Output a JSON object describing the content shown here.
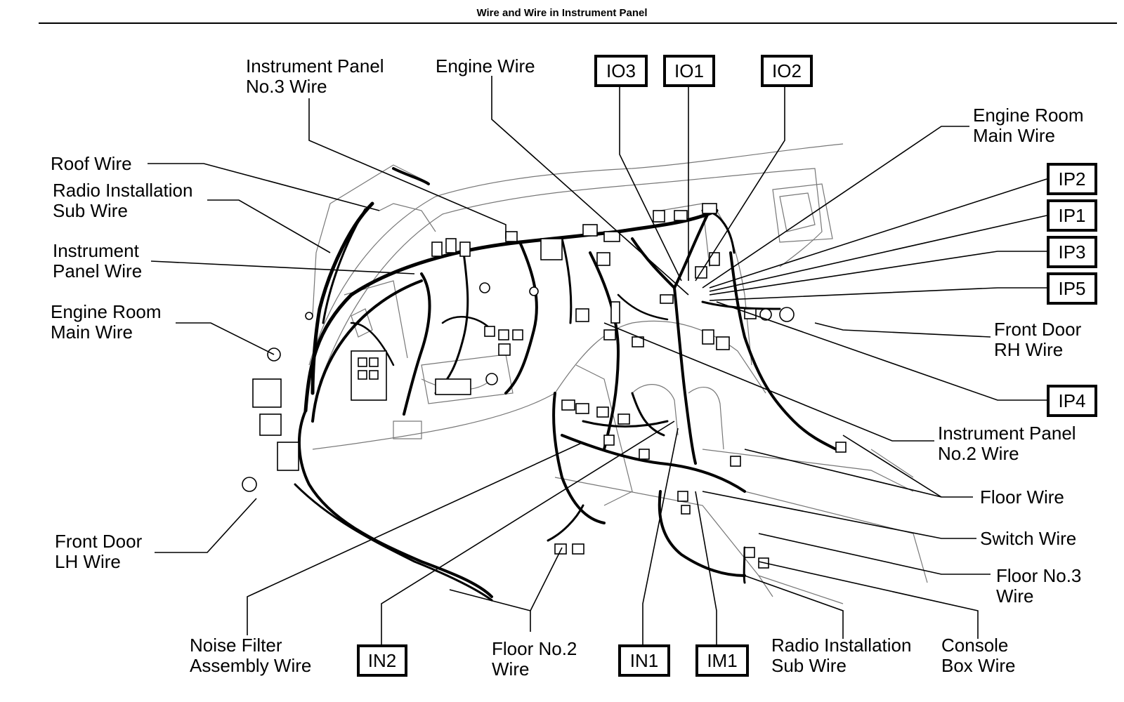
{
  "title": "Wire and Wire in Instrument Panel",
  "labels": {
    "instrument_panel_no3_wire": "Instrument Panel\nNo.3 Wire",
    "engine_wire": "Engine Wire",
    "engine_room_main_wire_right": "Engine Room\nMain Wire",
    "roof_wire": "Roof Wire",
    "radio_installation_sub_wire_left": "Radio Installation\nSub Wire",
    "instrument_panel_wire": "Instrument\nPanel Wire",
    "engine_room_main_wire_left": "Engine Room\nMain Wire",
    "front_door_rh_wire": "Front Door\nRH Wire",
    "instrument_panel_no2_wire": "Instrument Panel\nNo.2 Wire",
    "floor_wire": "Floor Wire",
    "switch_wire": "Switch Wire",
    "floor_no3_wire": "Floor No.3\nWire",
    "front_door_lh_wire": "Front Door\nLH Wire",
    "noise_filter_assembly_wire": "Noise Filter\nAssembly Wire",
    "floor_no2_wire": "Floor No.2\nWire",
    "radio_installation_sub_wire_bottom": "Radio Installation\nSub Wire",
    "console_box_wire": "Console\nBox Wire"
  },
  "connectors": {
    "io3": "IO3",
    "io1": "IO1",
    "io2": "IO2",
    "ip2": "IP2",
    "ip1": "IP1",
    "ip3": "IP3",
    "ip5": "IP5",
    "ip4": "IP4",
    "in2": "IN2",
    "in1": "IN1",
    "im1": "IM1"
  }
}
